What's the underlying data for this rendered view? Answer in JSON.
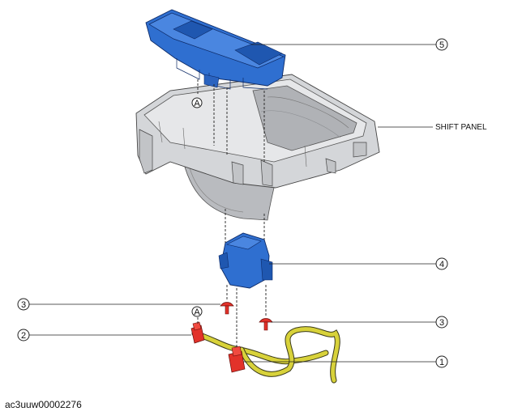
{
  "figure_code": "ac3uuw00002276",
  "labels": {
    "shift_panel": "SHIFT PANEL",
    "ref_a_top": "A",
    "ref_a_bottom": "A"
  },
  "callouts": {
    "c5": "5",
    "c4": "4",
    "c3_left": "3",
    "c3_right": "3",
    "c2": "2",
    "c1": "1"
  },
  "colors": {
    "switch_blue": "#2f6fd0",
    "connector_red": "#e2322a",
    "harness_yellow": "#d8d23a",
    "panel_gray": "#c9cbce"
  }
}
